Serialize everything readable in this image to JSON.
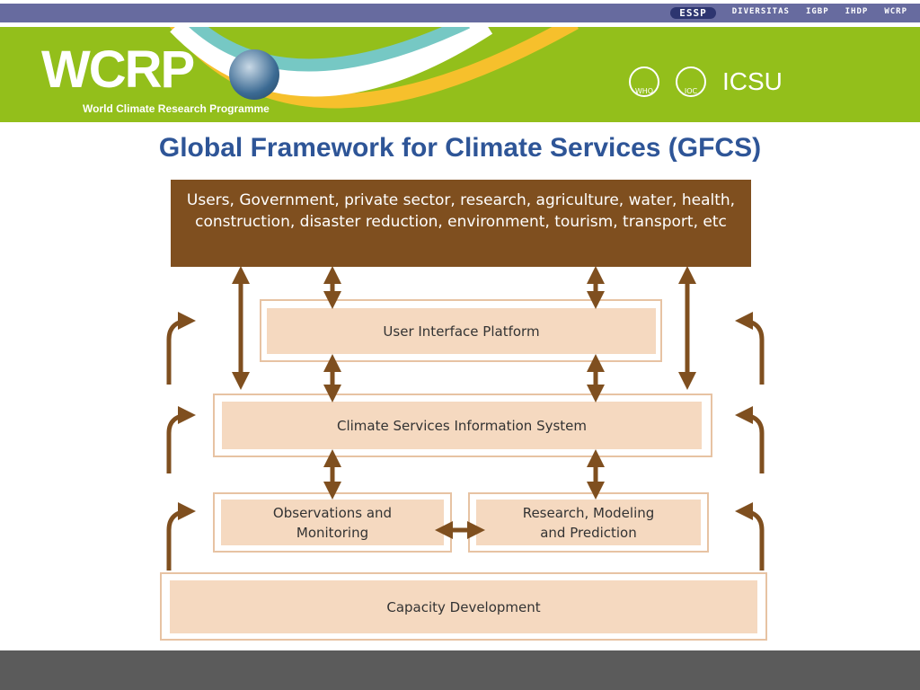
{
  "header": {
    "partners": [
      "ESSP",
      "DIVERSITAS",
      "IGBP",
      "IHDP",
      "WCRP"
    ],
    "logo": "WCRP",
    "logo_subtitle": "World Climate Research Programme",
    "orgs": [
      "WHO",
      "IOC",
      "ICSU"
    ]
  },
  "title": "Global Framework for Climate Services (GFCS)",
  "diagram": {
    "users": "Users, Government, private sector, research, agriculture, water, health, construction, disaster reduction, environment, tourism, transport, etc",
    "uip": "User Interface Platform",
    "csis": "Climate Services Information System",
    "obs": "Observations and Monitoring",
    "research": "Research, Modeling and Prediction",
    "capacity": "Capacity Development"
  },
  "colors": {
    "arrow": "#7f4f1f",
    "box": "#f5d9c0",
    "title": "#2e5597",
    "banner": "#93bf1b"
  }
}
